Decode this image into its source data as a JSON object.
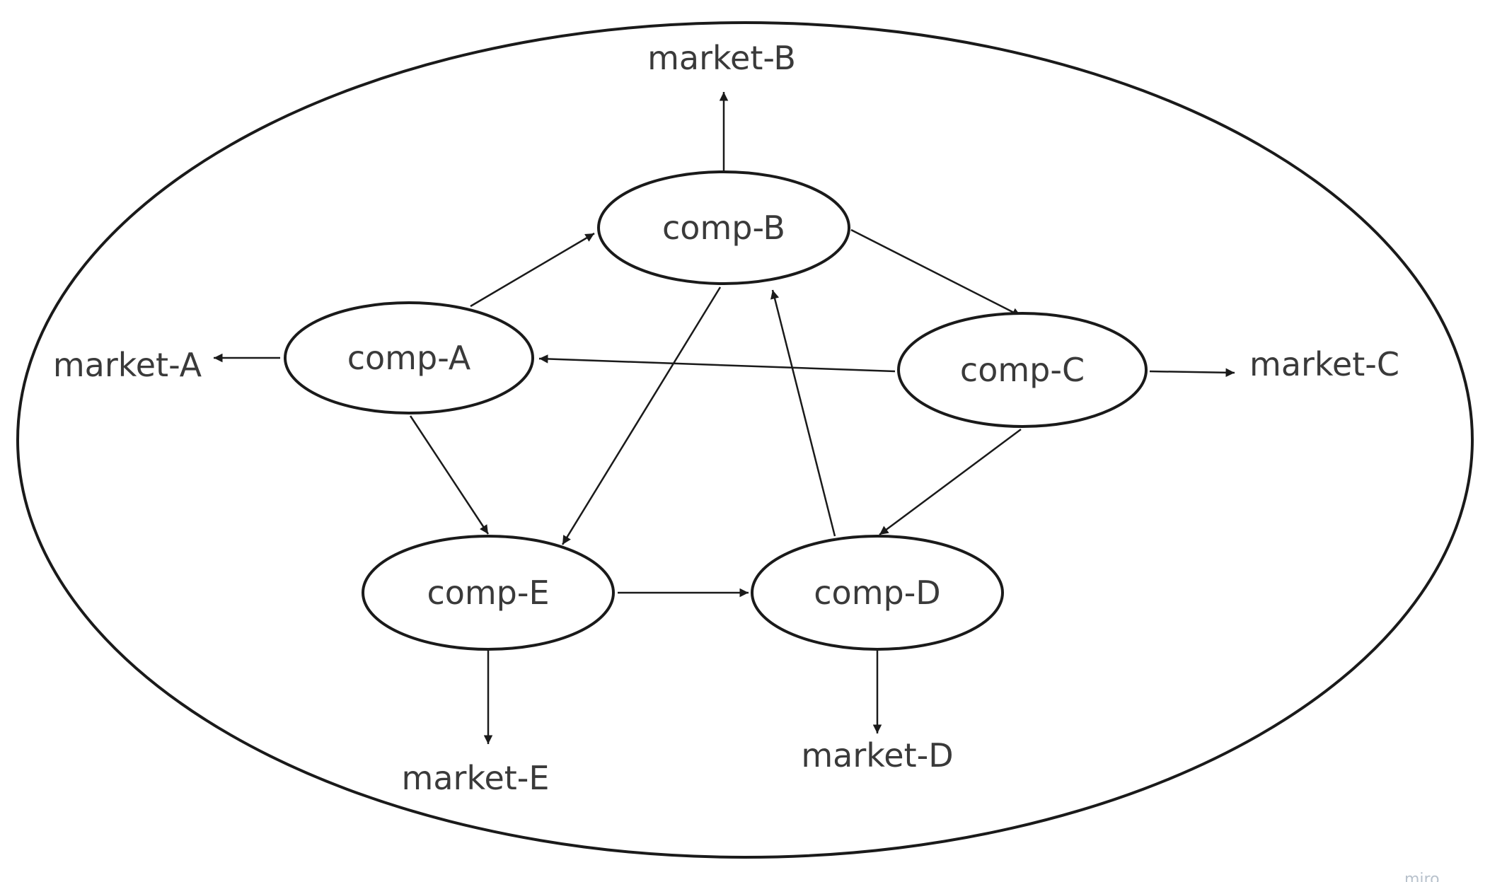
{
  "diagram": {
    "nodes": [
      {
        "id": "comp-A",
        "label": "comp-A"
      },
      {
        "id": "comp-B",
        "label": "comp-B"
      },
      {
        "id": "comp-C",
        "label": "comp-C"
      },
      {
        "id": "comp-D",
        "label": "comp-D"
      },
      {
        "id": "comp-E",
        "label": "comp-E"
      }
    ],
    "markets": [
      {
        "id": "market-A",
        "label": "market-A"
      },
      {
        "id": "market-B",
        "label": "market-B"
      },
      {
        "id": "market-C",
        "label": "market-C"
      },
      {
        "id": "market-D",
        "label": "market-D"
      },
      {
        "id": "market-E",
        "label": "market-E"
      }
    ],
    "edges": [
      {
        "from": "comp-A",
        "to": "comp-B"
      },
      {
        "from": "comp-A",
        "to": "comp-E"
      },
      {
        "from": "comp-A",
        "to": "market-A"
      },
      {
        "from": "comp-B",
        "to": "market-B"
      },
      {
        "from": "comp-B",
        "to": "comp-C"
      },
      {
        "from": "comp-B",
        "to": "comp-E"
      },
      {
        "from": "comp-C",
        "to": "comp-A"
      },
      {
        "from": "comp-C",
        "to": "market-C"
      },
      {
        "from": "comp-C",
        "to": "comp-D"
      },
      {
        "from": "comp-D",
        "to": "comp-B"
      },
      {
        "from": "comp-D",
        "to": "market-D"
      },
      {
        "from": "comp-E",
        "to": "comp-D"
      },
      {
        "from": "comp-E",
        "to": "market-E"
      }
    ],
    "colors": {
      "stroke": "#1a1a1a",
      "text": "#3a3a3a",
      "background": "#ffffff"
    },
    "watermark": "miro"
  }
}
